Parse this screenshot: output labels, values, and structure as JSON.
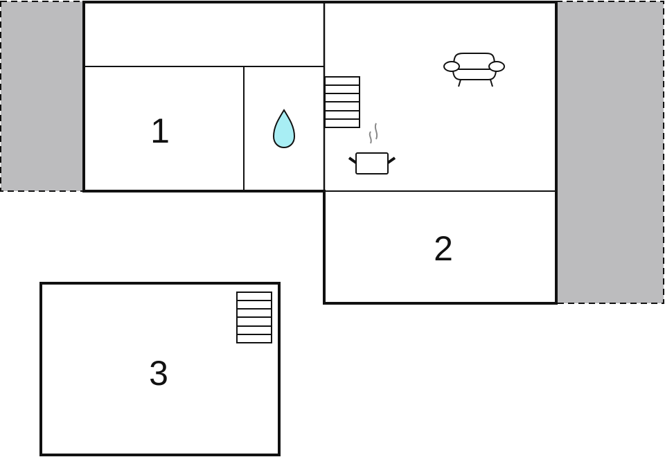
{
  "rooms": [
    {
      "label": "1"
    },
    {
      "label": "2"
    },
    {
      "label": "3"
    }
  ],
  "icons": {
    "bathroom": "water-drop-icon",
    "kitchen": "cooking-pot-icon",
    "living": "sofa-icon",
    "stairs": "stairs-icon"
  },
  "colors": {
    "terrace": "#bcbcbe",
    "water": "#a8eef4",
    "wall": "#111111"
  }
}
